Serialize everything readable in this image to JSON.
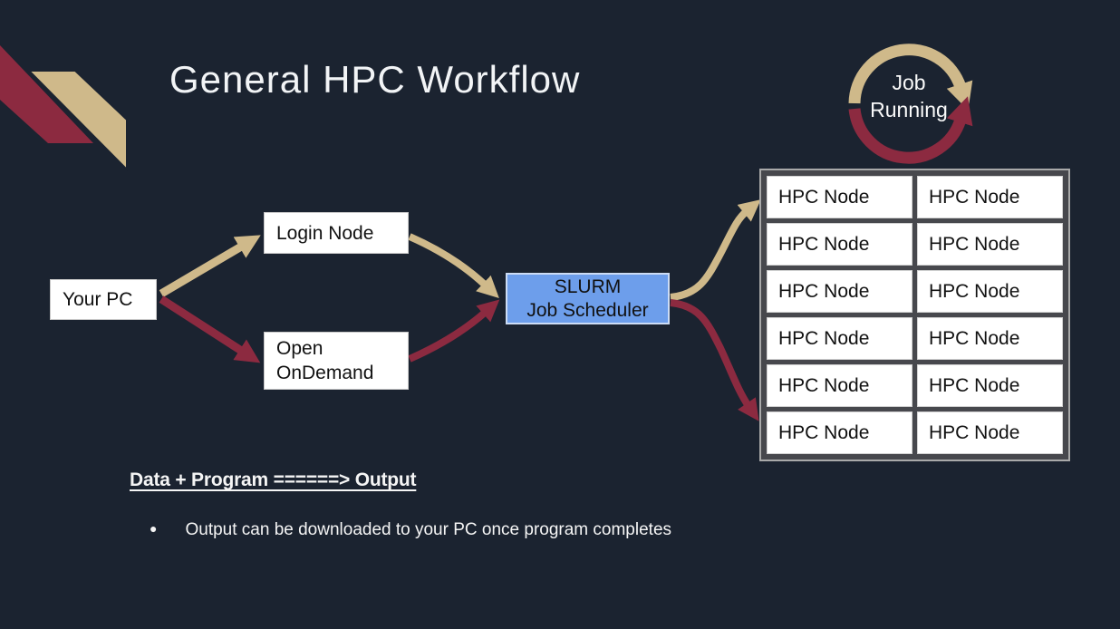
{
  "slide": {
    "title": "General HPC Workflow",
    "job_cycle": {
      "line1": "Job",
      "line2": "Running"
    },
    "nodes": {
      "your_pc": {
        "label": "Your PC"
      },
      "login_node": {
        "label": "Login Node"
      },
      "open_ondemand": {
        "line1": "Open",
        "line2": "OnDemand"
      },
      "slurm": {
        "line1": "SLURM",
        "line2": "Job Scheduler"
      }
    },
    "hpc_grid": {
      "cells": [
        "HPC Node",
        "HPC Node",
        "HPC Node",
        "HPC Node",
        "HPC Node",
        "HPC Node",
        "HPC Node",
        "HPC Node",
        "HPC Node",
        "HPC Node",
        "HPC Node",
        "HPC Node"
      ]
    },
    "footer": {
      "formula": "Data + Program ======> Output",
      "bullet": "●",
      "bullet_text": "Output can be downloaded to your PC once program completes"
    },
    "colors": {
      "background": "#1B2330",
      "gold": "#CFB98A",
      "garnet": "#8C2A40",
      "slurm_blue": "#6D9EEB",
      "grid_frame": "#47484D",
      "box_white": "#FFFFFF"
    }
  }
}
